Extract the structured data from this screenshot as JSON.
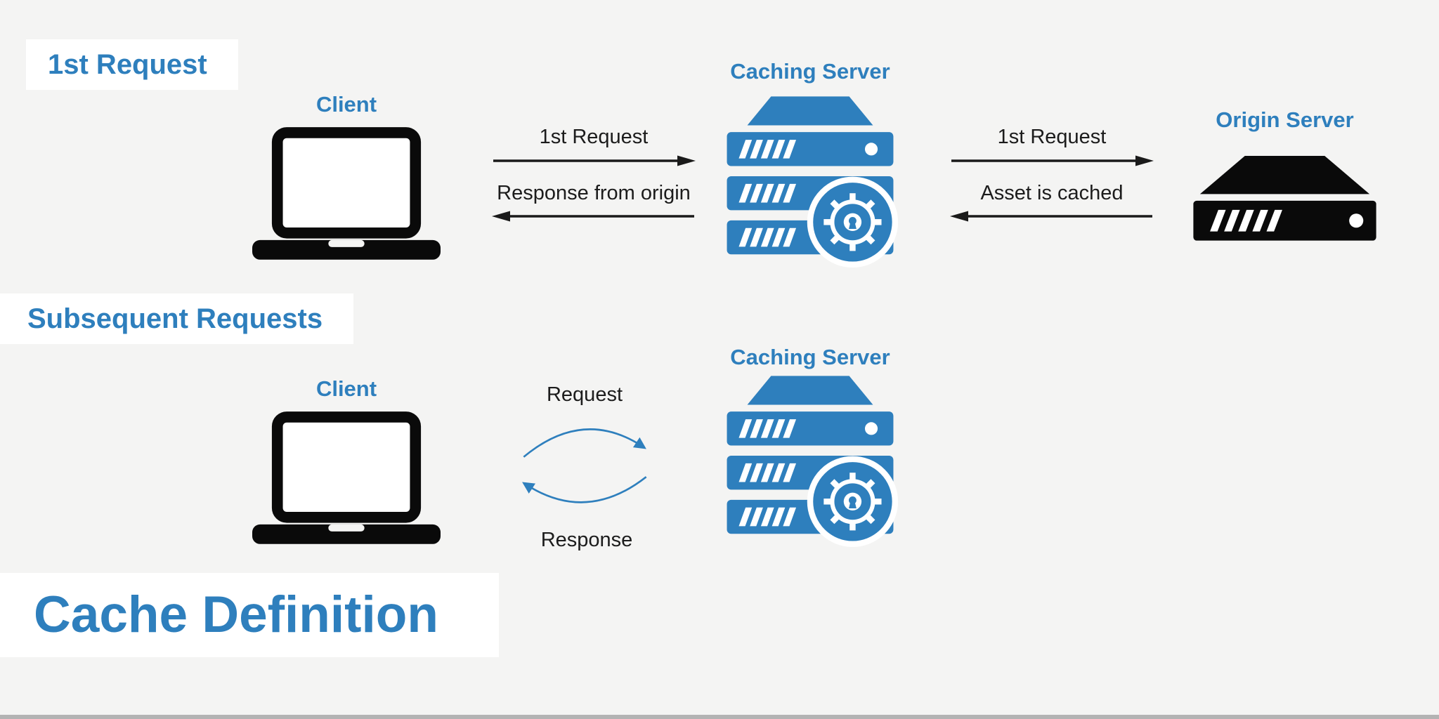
{
  "colors": {
    "background": "#f4f4f3",
    "accent_blue": "#2e7fbd",
    "ink": "#1c1c1c",
    "icon_black": "#0a0a0a",
    "label_background": "#ffffff",
    "bottom_edge": "#b3b3b3"
  },
  "icons": {
    "client": "laptop-icon",
    "caching_server": "server-stack-with-security-badge-icon",
    "origin_server": "server-icon",
    "forward_flow": "right-arrow-icon",
    "return_flow": "left-arrow-icon",
    "cycle": "curved-exchange-arrows-icon"
  },
  "diagram": {
    "section1": {
      "heading": "1st Request",
      "client_label": "Client",
      "caching_server_label": "Caching Server",
      "origin_server_label": "Origin Server",
      "arrow_client_to_cache": "1st Request",
      "arrow_cache_to_client": "Response from origin",
      "arrow_cache_to_origin": "1st Request",
      "arrow_origin_to_cache": "Asset is cached"
    },
    "section2": {
      "heading": "Subsequent Requests",
      "client_label": "Client",
      "caching_server_label": "Caching Server",
      "arrow_request": "Request",
      "arrow_response": "Response"
    },
    "title": "Cache Definition"
  }
}
